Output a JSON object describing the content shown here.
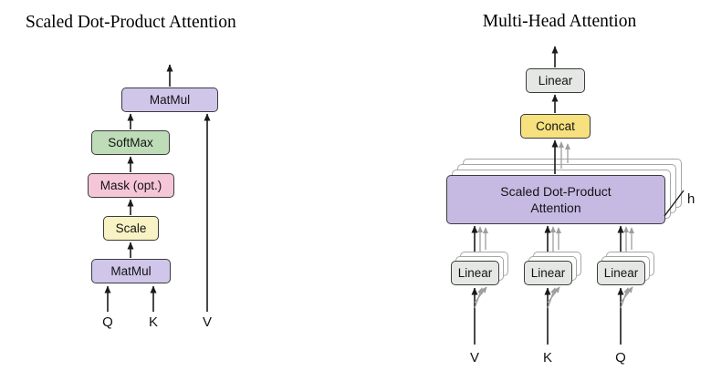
{
  "figure": {
    "left": {
      "title": "Scaled Dot-Product Attention",
      "boxes": {
        "matmul_top": "MatMul",
        "softmax": "SoftMax",
        "mask": "Mask (opt.)",
        "scale": "Scale",
        "matmul_bottom": "MatMul"
      },
      "inputs": {
        "q": "Q",
        "k": "K",
        "v": "V"
      }
    },
    "right": {
      "title": "Multi-Head Attention",
      "boxes": {
        "linear_out": "Linear",
        "concat": "Concat",
        "attention": "Scaled Dot-Product Attention",
        "linear_v": "Linear",
        "linear_k": "Linear",
        "linear_q": "Linear"
      },
      "head_label": "h",
      "inputs": {
        "v": "V",
        "k": "K",
        "q": "Q"
      }
    }
  },
  "colors": {
    "matmul": "#cfc6ea",
    "softmax": "#bedcb8",
    "mask": "#f5c6d8",
    "scale": "#f8f2c4",
    "linear": "#e4e7e4",
    "concat": "#f6e17e",
    "attention": "#c6bae3"
  }
}
